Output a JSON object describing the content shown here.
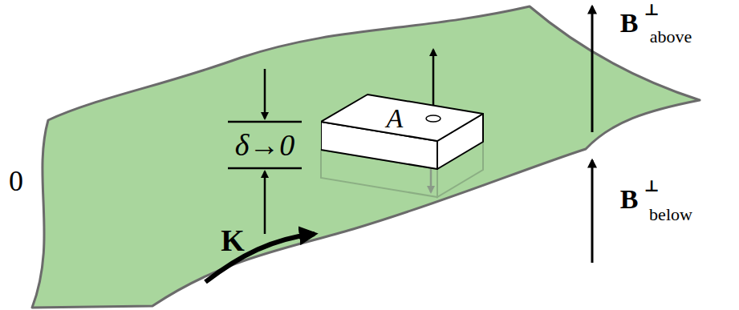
{
  "diagram": {
    "nodes": [
      {
        "text": [
          "A"
        ]
      }
    ],
    "labels": [
      "δ→0",
      "0",
      "K",
      "B",
      "⊥",
      "above",
      "B",
      "⊥",
      "below"
    ]
  }
}
